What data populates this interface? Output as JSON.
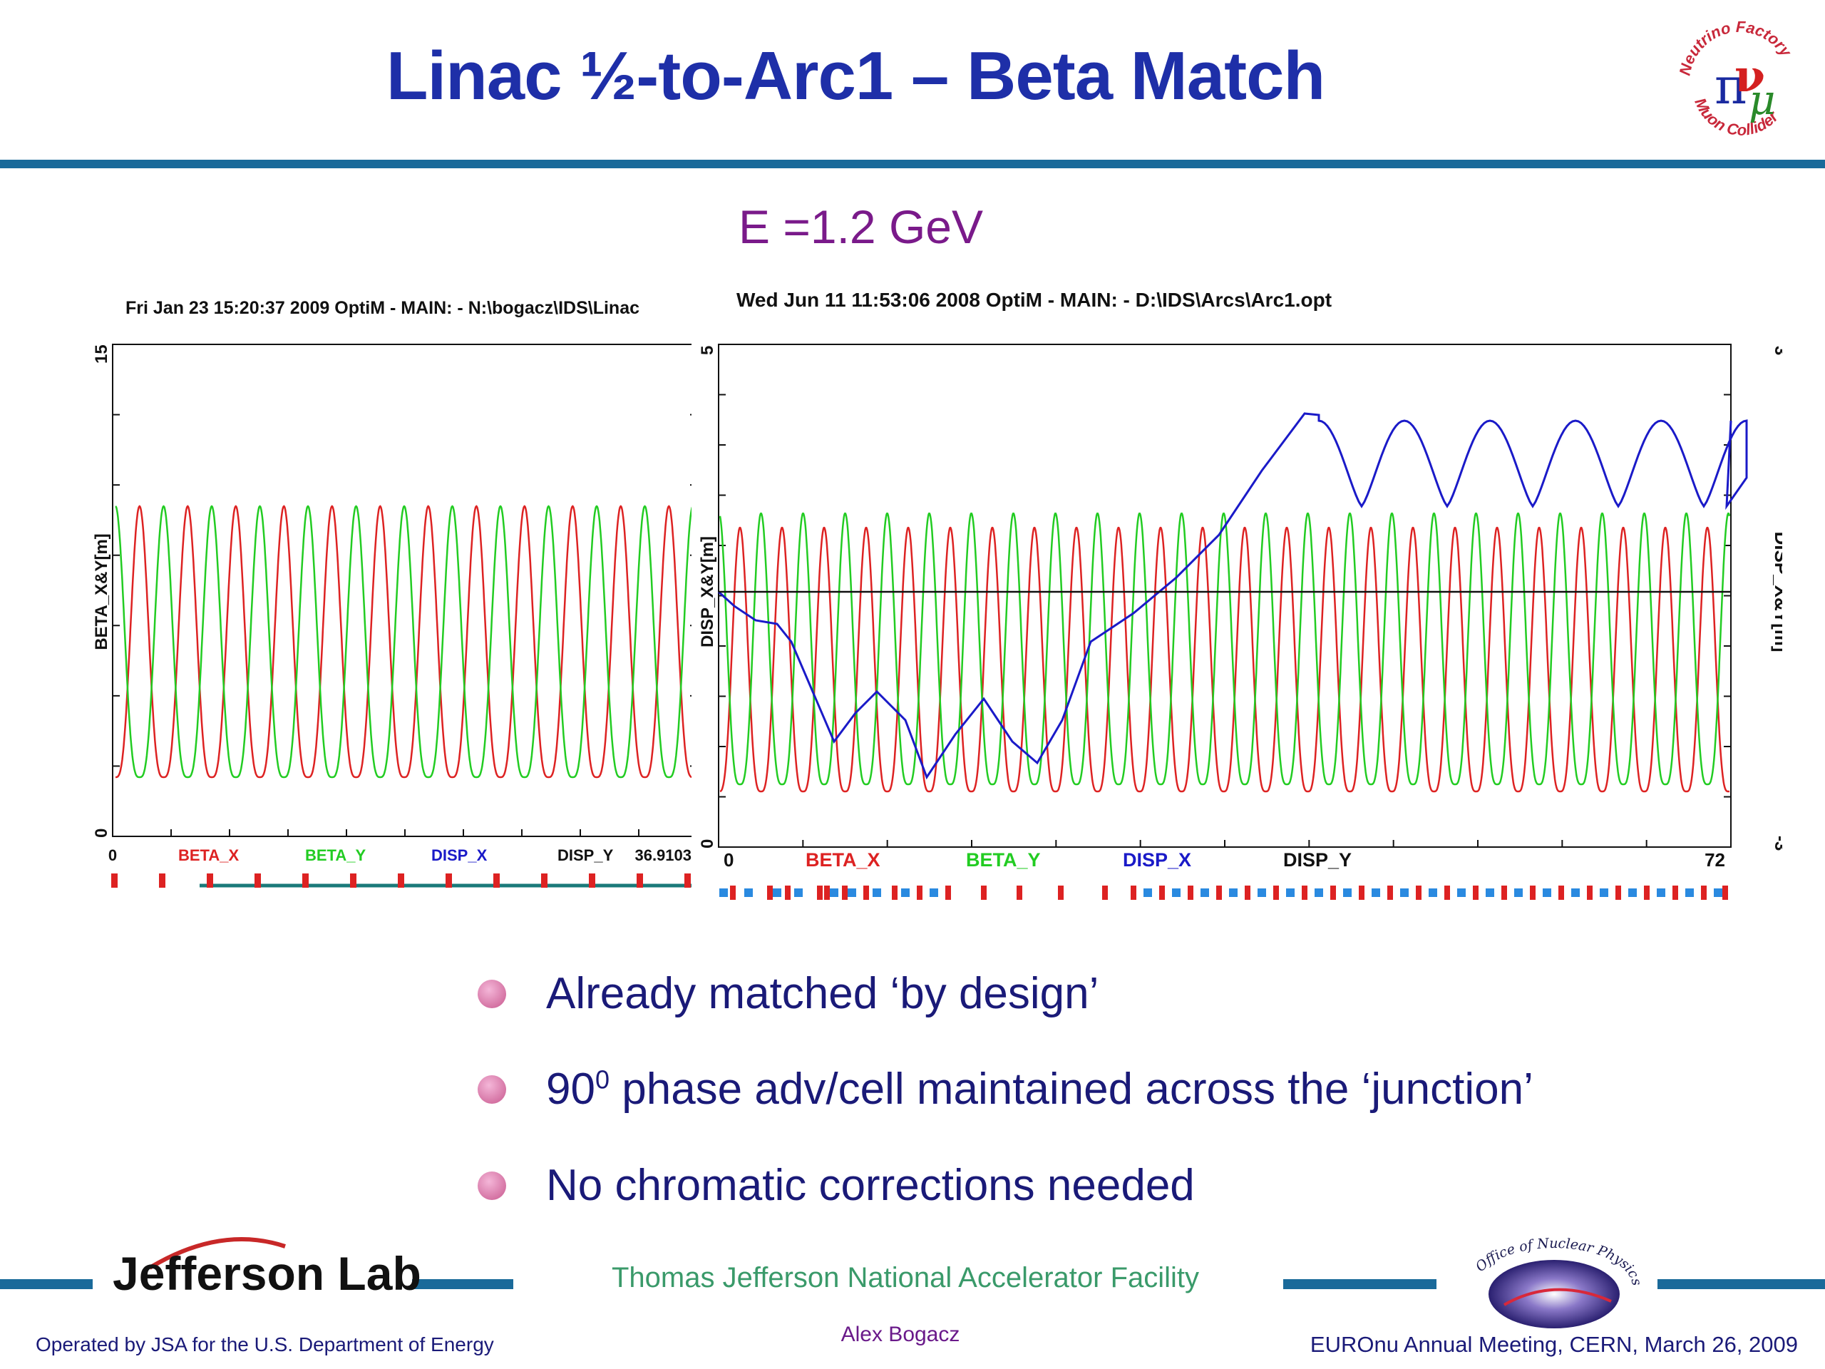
{
  "title": "Linac ½-to-Arc1  –  Beta Match",
  "energy_label": "E =1.2 GeV",
  "left_plot": {
    "header": "Fri Jan 23 15:20:37 2009    OptiM - MAIN: - N:\\bogacz\\IDS\\Linac",
    "ylabel": "BETA_X&Y[m]",
    "y_top": "15",
    "y_bottom": "0",
    "x_start": "0",
    "x_end": "36.9103",
    "legend": [
      "BETA_X",
      "BETA_Y",
      "DISP_X",
      "DISP_Y"
    ],
    "colors": {
      "beta_x": "#dd2222",
      "beta_y": "#22cc22",
      "disp_x": "#1a1ac8",
      "disp_y": "#111111"
    }
  },
  "right_plot": {
    "header": "Wed Jun 11 11:53:06 2008    OptiM - MAIN: - D:\\IDS\\Arcs\\Arc1.opt",
    "ylabel_left": "DISP_X&Y[m]",
    "ylabel_right": "DISP_X&Y[m]",
    "y_left_top": "5",
    "y_left_bottom": "0",
    "y_right_top": "3",
    "y_right_bottom": "-3",
    "x_start": "0",
    "x_end": "72",
    "legend": [
      "BETA_X",
      "BETA_Y",
      "DISP_X",
      "DISP_Y"
    ]
  },
  "bullets": [
    {
      "text": "Already matched ‘by design’"
    },
    {
      "text_main": "90",
      "superscript": "0",
      "text_rest": " phase adv/cell maintained across the ‘junction’"
    },
    {
      "text": "No chromatic corrections needed"
    }
  ],
  "logos": {
    "top_right_upper": "Neutrino Factory",
    "top_right_lower": "Muon Collider",
    "jlab": "Jefferson Lab",
    "nuclear_physics": "Office of Nuclear Physics"
  },
  "footer": {
    "facility": "Thomas Jefferson National Accelerator Facility",
    "operated_by": "Operated by JSA for the U.S. Department of Energy",
    "author": "Alex Bogacz",
    "meeting": "EUROnu Annual Meeting, CERN, March 26, 2009"
  }
}
